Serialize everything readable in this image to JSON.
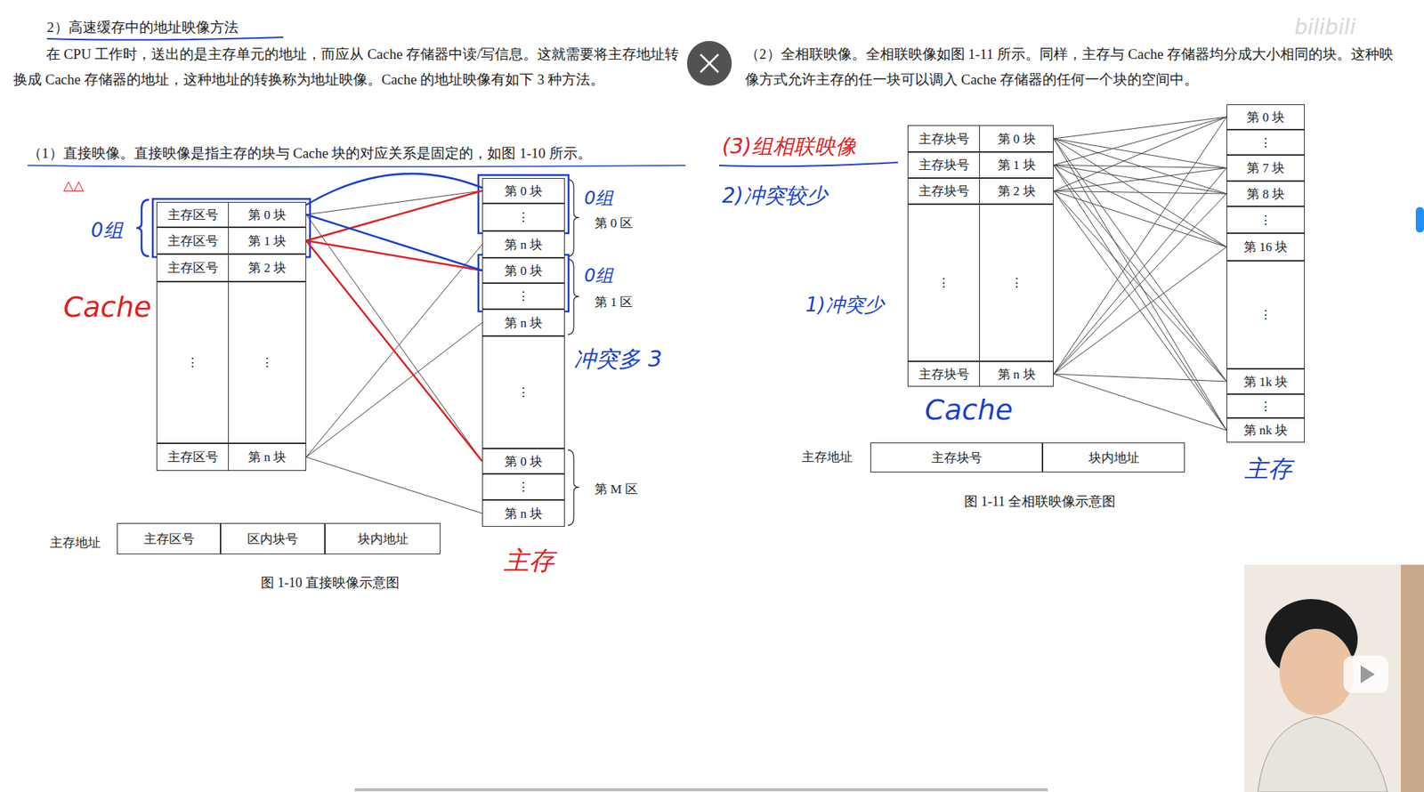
{
  "diagram": {
    "title": "2）高速缓存中的地址映像方法",
    "nodes": [
      {
        "text": [
          "主存区号",
          "第 0 块"
        ]
      },
      {
        "text": [
          "主存区号",
          "第 1 块"
        ]
      },
      {
        "text": [
          "主存区号",
          "第 2 块"
        ]
      },
      {
        "text": [
          "⋮",
          "⋮"
        ]
      },
      {
        "text": [
          "主存区号",
          "第 n 块"
        ]
      },
      {
        "text": [
          "第 0 块"
        ]
      },
      {
        "text": [
          "⋮"
        ]
      },
      {
        "text": [
          "第 n 块"
        ]
      },
      {
        "text": [
          "第 0 块"
        ]
      },
      {
        "text": [
          "⋮"
        ]
      },
      {
        "text": [
          "第 n 块"
        ]
      },
      {
        "text": [
          "⋮"
        ]
      },
      {
        "text": [
          "第 0 块"
        ]
      },
      {
        "text": [
          "⋮"
        ]
      },
      {
        "text": [
          "第 n 块"
        ]
      },
      {
        "text": [
          "主存区号"
        ]
      },
      {
        "text": [
          "区内块号"
        ]
      },
      {
        "text": [
          "块内地址"
        ]
      },
      {
        "text": [
          "主存块号",
          "第 0 块"
        ]
      },
      {
        "text": [
          "主存块号",
          "第 1 块"
        ]
      },
      {
        "text": [
          "主存块号",
          "第 2 块"
        ]
      },
      {
        "text": [
          "⋮",
          "⋮"
        ]
      },
      {
        "text": [
          "主存块号",
          "第 n 块"
        ]
      },
      {
        "text": [
          "第 0 块"
        ]
      },
      {
        "text": [
          "⋮"
        ]
      },
      {
        "text": [
          "第 7 块"
        ]
      },
      {
        "text": [
          "第 8 块"
        ]
      },
      {
        "text": [
          "⋮"
        ]
      },
      {
        "text": [
          "第 16 块"
        ]
      },
      {
        "text": [
          "⋮"
        ]
      },
      {
        "text": [
          "第 1k 块"
        ]
      },
      {
        "text": [
          "⋮"
        ]
      },
      {
        "text": [
          "第 nk 块"
        ]
      },
      {
        "text": [
          "主存块号"
        ]
      },
      {
        "text": [
          "块内地址"
        ]
      }
    ],
    "edges": [
      {
        "from": 0,
        "to": 5,
        "arrow": "none"
      },
      {
        "from": 0,
        "to": 8,
        "arrow": "none"
      },
      {
        "from": 0,
        "to": 12,
        "arrow": "none"
      },
      {
        "from": 4,
        "to": 7,
        "arrow": "none"
      },
      {
        "from": 4,
        "to": 10,
        "arrow": "none"
      },
      {
        "from": 4,
        "to": 14,
        "arrow": "none"
      },
      {
        "from": 1,
        "to": 5,
        "arrow": "none"
      },
      {
        "from": 1,
        "to": 8,
        "arrow": "none"
      },
      {
        "from": 1,
        "to": 12,
        "arrow": "none"
      },
      {
        "from": 0,
        "to": 5,
        "arrow": "none"
      },
      {
        "from": 0,
        "to": 8,
        "arrow": "none"
      },
      {
        "from": 18,
        "to": 23,
        "arrow": "none"
      },
      {
        "from": 18,
        "to": 25,
        "arrow": "none"
      },
      {
        "from": 18,
        "to": 26,
        "arrow": "none"
      },
      {
        "from": 18,
        "to": 28,
        "arrow": "none"
      },
      {
        "from": 18,
        "to": 30,
        "arrow": "none"
      },
      {
        "from": 18,
        "to": 32,
        "arrow": "none"
      },
      {
        "from": 19,
        "to": 23,
        "arrow": "none"
      },
      {
        "from": 19,
        "to": 25,
        "arrow": "none"
      },
      {
        "from": 19,
        "to": 26,
        "arrow": "none"
      },
      {
        "from": 19,
        "to": 28,
        "arrow": "none"
      },
      {
        "from": 19,
        "to": 30,
        "arrow": "none"
      },
      {
        "from": 19,
        "to": 32,
        "arrow": "none"
      },
      {
        "from": 20,
        "to": 23,
        "arrow": "none"
      },
      {
        "from": 20,
        "to": 25,
        "arrow": "none"
      },
      {
        "from": 20,
        "to": 26,
        "arrow": "none"
      },
      {
        "from": 20,
        "to": 28,
        "arrow": "none"
      },
      {
        "from": 20,
        "to": 30,
        "arrow": "none"
      },
      {
        "from": 20,
        "to": 32,
        "arrow": "none"
      },
      {
        "from": 22,
        "to": 23,
        "arrow": "none"
      },
      {
        "from": 22,
        "to": 25,
        "arrow": "none"
      },
      {
        "from": 22,
        "to": 26,
        "arrow": "none"
      },
      {
        "from": 22,
        "to": 28,
        "arrow": "none"
      },
      {
        "from": 22,
        "to": 30,
        "arrow": "none"
      },
      {
        "from": 22,
        "to": 32,
        "arrow": "none"
      }
    ],
    "labels": [
      "在 CPU 工作时，送出的是主存单元的地址，而应从 Cache 存储器中读/写信息。这就需要将主存地址转换成 Cache 存储器的地址，这种地址的转换称为地址映像。Cache 的地址映像有如下 3 种方法。",
      "（1）直接映像。直接映像是指主存的块与 Cache 块的对应关系是固定的，如图 1-10 所示。",
      "第 0 区",
      "第 1 区",
      "第 M 区",
      "主存地址",
      "图 1-10 直接映像示意图",
      "（2）全相联映像。全相联映像如图 1-11 所示。同样，主存与 Cache 存储器均分成大小相同的块。这种映像方式允许主存的任一块可以调入 Cache 存储器的任何一个块的空间中。",
      "主存地址",
      "图 1-11 全相联映像示意图",
      "△△",
      "0组",
      "Cache",
      "0组",
      "0组",
      "冲突多 3",
      "主存",
      "(3)组相联映像",
      "2)冲突较少",
      "1)冲突少",
      "Cache",
      "主存",
      "bilibili"
    ]
  }
}
